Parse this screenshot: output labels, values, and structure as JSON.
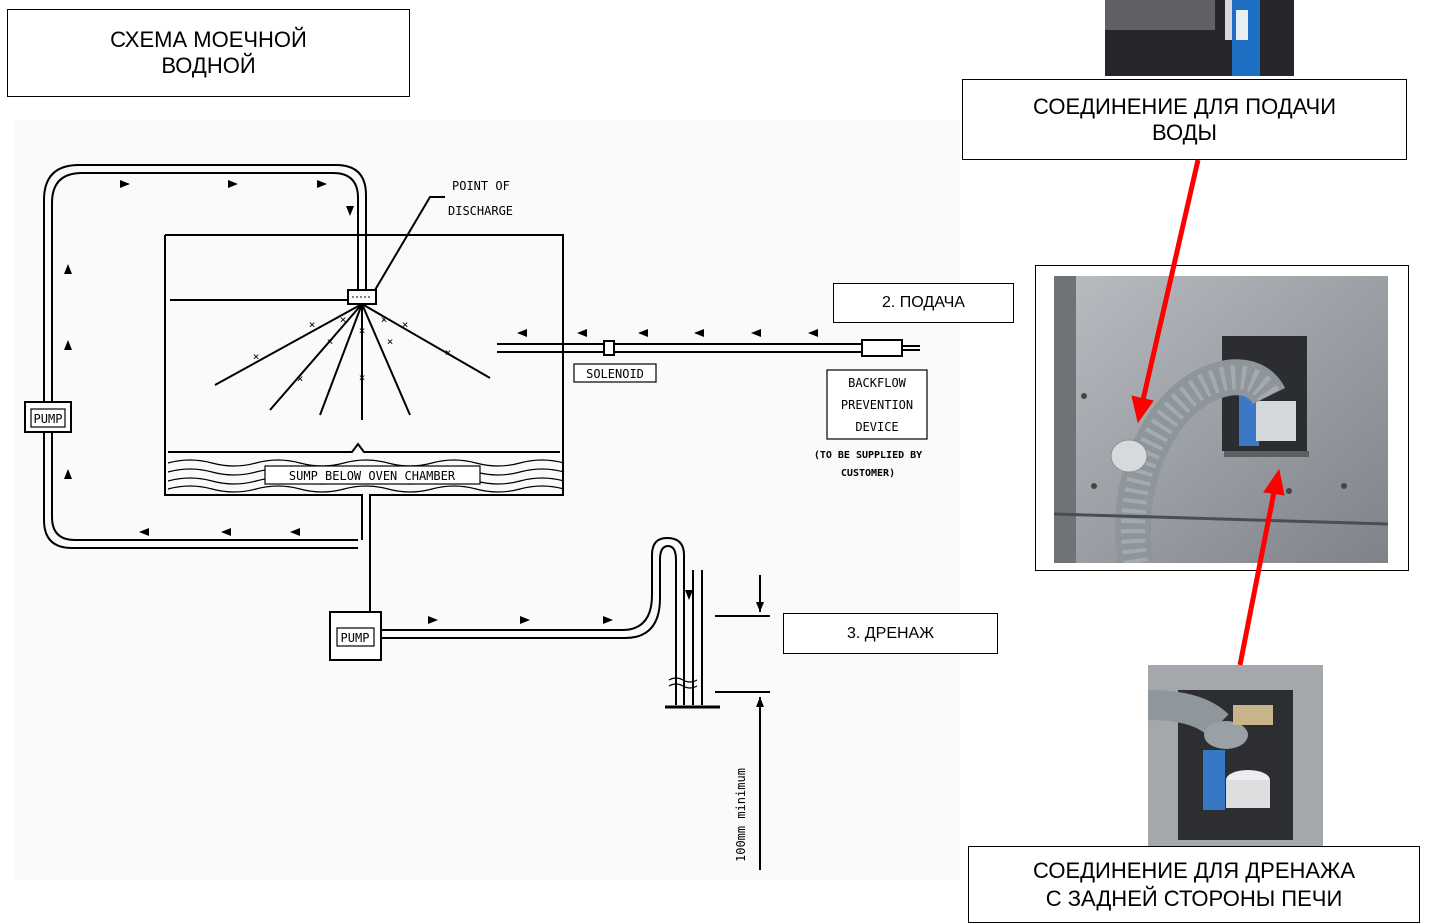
{
  "title": {
    "line1": "СХЕМА МОЕЧНОЙ",
    "line2": "ВОДНОЙ"
  },
  "labels": {
    "supply_short": "2. ПОДАЧА",
    "drain_short": "3. ДРЕНАЖ",
    "supply_connection": {
      "line1": "СОЕДИНЕНИЕ ДЛЯ ПОДАЧИ",
      "line2": "ВОДЫ"
    },
    "drain_connection": {
      "line1": "СОЕДИНЕНИЕ ДЛЯ ДРЕНАЖА",
      "line2": "С ЗАДНЕЙ СТОРОНЫ ПЕЧИ"
    }
  },
  "diagram": {
    "point_of_discharge": {
      "line1": "POINT OF",
      "line2": "DISCHARGE"
    },
    "pump_upper": "PUMP",
    "pump_lower": "PUMP",
    "solenoid": "SOLENOID",
    "sump": "SUMP BELOW OVEN CHAMBER",
    "backflow": {
      "line1": "BACKFLOW",
      "line2": "PREVENTION",
      "line3": "DEVICE"
    },
    "customer_note": {
      "line1": "(TO BE SUPPLIED BY",
      "line2": "CUSTOMER)"
    },
    "min_height": "100mm minimum"
  },
  "colors": {
    "arrow": "#ff0000",
    "line": "#000000",
    "metal": "#9ea3aa",
    "hose": "#8f979c"
  }
}
